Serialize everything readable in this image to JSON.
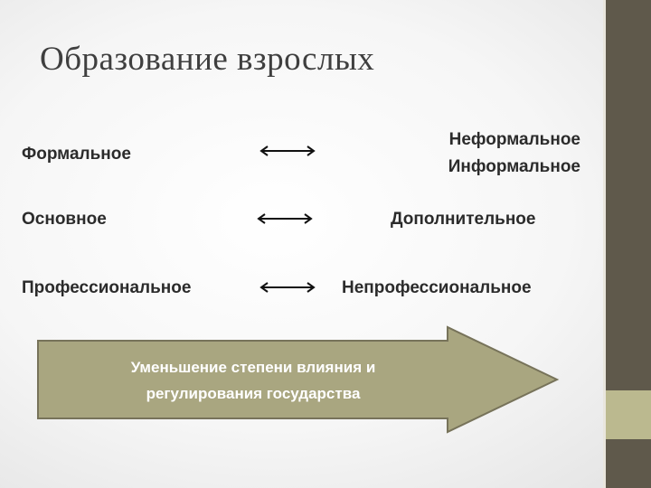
{
  "title": "Образование взрослых",
  "rows": [
    {
      "left": "Формальное",
      "right_lines": [
        "Неформальное",
        "Информальное"
      ]
    },
    {
      "left": "Основное",
      "right_lines": [
        "Дополнительное"
      ]
    },
    {
      "left": "Профессиональное",
      "right_lines": [
        "Непрофессиональное"
      ]
    }
  ],
  "arrow_caption": [
    "Уменьшение степени влияния и",
    "регулирования государства"
  ],
  "colors": {
    "arrow_fill": "#a9a680",
    "arrow_stroke": "#77735a",
    "sidebar": "#5f594b",
    "sidebar_accent": "#bbb98f"
  }
}
